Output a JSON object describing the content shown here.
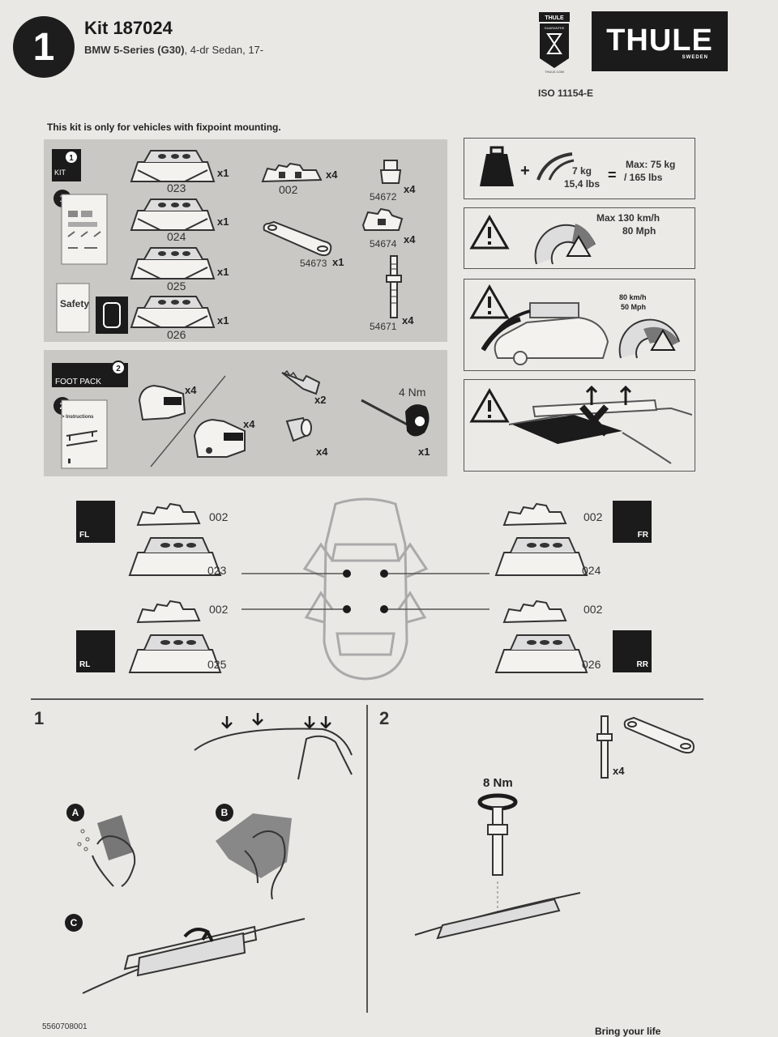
{
  "header": {
    "step_number": "1",
    "kit_title": "Kit 187024",
    "model_bold": "BMW 5-Series (G30)",
    "model_rest": ", 4-dr Sedan, 17-",
    "guarantee_top": "THULE",
    "guarantee_sub": "GUARANTEE",
    "guarantee_url": "THULE.COM",
    "brand": "THULE",
    "brand_sub": "SWEDEN",
    "iso": "ISO 11154-E"
  },
  "notice": "This kit is only for vehicles with fixpoint mounting.",
  "kit_panel": {
    "kit_label": "KIT",
    "kit_badge": "1",
    "manual_badge": "1",
    "safety_label": "Safety",
    "parts": [
      {
        "code": "023",
        "qty": "x1"
      },
      {
        "code": "024",
        "qty": "x1"
      },
      {
        "code": "025",
        "qty": "x1"
      },
      {
        "code": "026",
        "qty": "x1"
      },
      {
        "code": "002",
        "qty": "x4"
      },
      {
        "code": "54673",
        "qty": "x1"
      },
      {
        "code": "54672",
        "qty": "x4"
      },
      {
        "code": "54674",
        "qty": "x4"
      },
      {
        "code": "54671",
        "qty": "x4"
      }
    ]
  },
  "foot_panel": {
    "title": "FOOT PACK",
    "badge": "2",
    "manual_badge": "2",
    "instructions": "> Instructions",
    "foot_qty_1": "x4",
    "foot_qty_2": "x4",
    "key_qty": "x2",
    "lock_qty": "x4",
    "torque": "4 Nm",
    "tool_qty": "x1"
  },
  "warnings": {
    "load_weight": "7 kg",
    "load_weight_lbs": "15,4 lbs",
    "load_equals": "=",
    "load_plus": "+",
    "load_max": "Max: 75 kg",
    "load_max_lbs": "/ 165 lbs",
    "speed_max": "Max  130 km/h",
    "speed_mph": "80 Mph",
    "speed2": "80 km/h",
    "speed2_mph": "50 Mph"
  },
  "positions": {
    "fl": "FL",
    "fr": "FR",
    "rl": "RL",
    "rr": "RR",
    "fl_code": "023",
    "fr_code": "024",
    "rl_code": "025",
    "rr_code": "026",
    "adapter": "002"
  },
  "step1": {
    "number": "1",
    "badge_a": "A",
    "badge_b": "B",
    "badge_c": "C"
  },
  "step2": {
    "number": "2",
    "torque": "8 Nm",
    "qty": "x4"
  },
  "footer": {
    "code": "5560708001",
    "tagline": "Bring your life"
  },
  "colors": {
    "paper": "#e9e8e4",
    "panel": "#c9c8c4",
    "ink": "#1d1d1d"
  }
}
